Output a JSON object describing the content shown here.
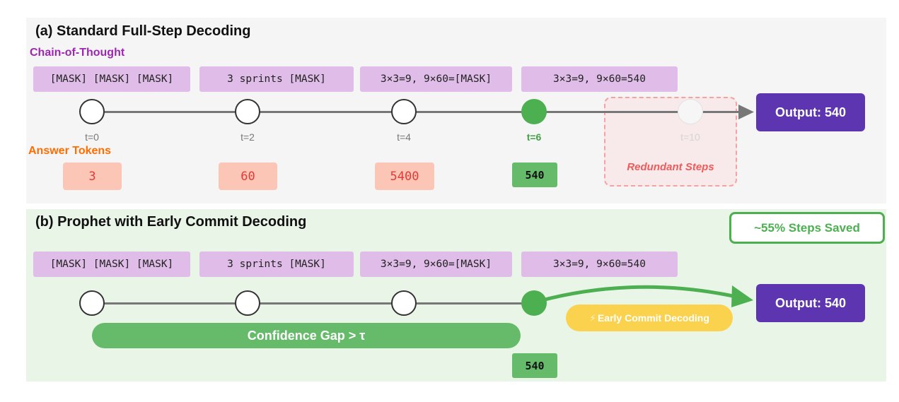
{
  "panel_a": {
    "title": "(a) Standard Full-Step Decoding",
    "cot_label": "Chain-of-Thought",
    "answer_label": "Answer Tokens",
    "cot_boxes": [
      "[MASK] [MASK] [MASK]",
      "3 sprints [MASK]",
      "3×3=9, 9×60=[MASK]",
      "3×3=9, 9×60=540"
    ],
    "steps": [
      "t=0",
      "t=2",
      "t=4",
      "t=6",
      "t=10"
    ],
    "answers": [
      "3",
      "60",
      "5400",
      "540"
    ],
    "redundant_label": "Redundant Steps",
    "output": "Output: 540"
  },
  "panel_b": {
    "title": "(b) Prophet with Early Commit Decoding",
    "steps_saved": "~55% Steps Saved",
    "cot_boxes": [
      "[MASK] [MASK] [MASK]",
      "3 sprints [MASK]",
      "3×3=9, 9×60=[MASK]",
      "3×3=9, 9×60=540"
    ],
    "confidence_gap": "Confidence Gap > τ",
    "early_commit": "Early Commit Decoding",
    "early_commit_icon": "lightning-bolt-icon",
    "answer": "540",
    "output": "Output: 540"
  },
  "colors": {
    "mask_box": "#e0bde8",
    "output": "#5e35b1",
    "green": "#4caf50",
    "wrong_answer_bg": "#fcc6b7",
    "wrong_answer_text": "#e53935",
    "cot_label": "#9c27b0",
    "answer_label": "#ff6d00",
    "redundant": "#f05a5a"
  }
}
